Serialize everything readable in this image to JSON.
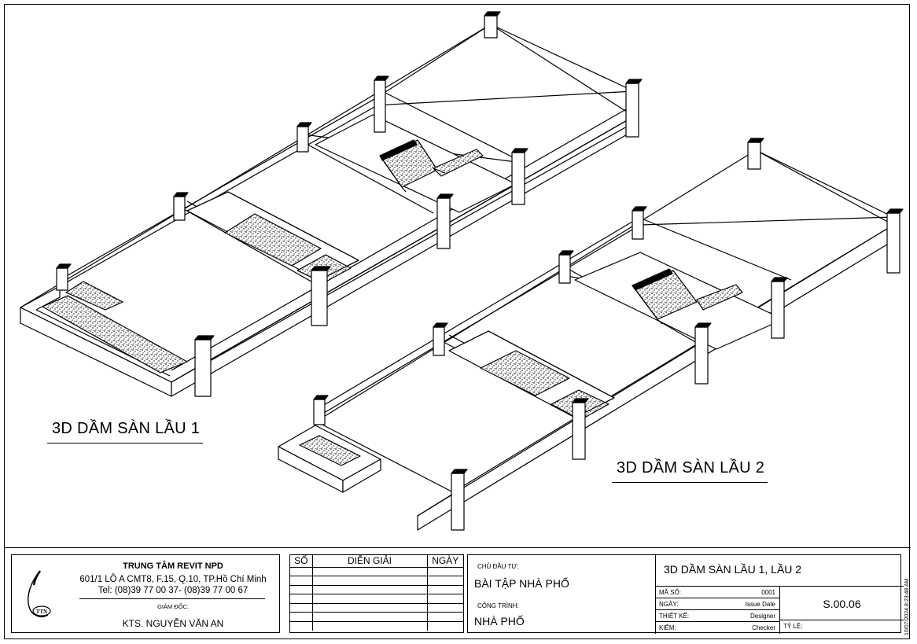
{
  "views": [
    {
      "title": "3D DẦM SÀN LẦU 1"
    },
    {
      "title": "3D DẦM SÀN LẦU 2"
    }
  ],
  "company": {
    "name": "TRUNG TÂM REVIT NPD",
    "address": "601/1 LÔ A CMT8, F.15, Q.10, TP.Hồ Chí Minh",
    "phone": "Tel: (08)39 77 00 37- (08)39 77 00 67",
    "director_label": "GIÁM ĐỐC:",
    "director_name": "KTS. NGUYỄN VĂN  AN",
    "logo_text": "TTN"
  },
  "revisions": {
    "headers": [
      "SỐ",
      "DIỄN GIẢI",
      "NGÀY"
    ],
    "rows": 6
  },
  "project": {
    "owner_label": "CHỦ ĐẦU TƯ:",
    "owner_value": "BÀI TẬP NHÀ PHỐ",
    "work_label": "CÔNG TRÌNH:",
    "work_value": "NHÀ PHỐ"
  },
  "sheet": {
    "name": "3D DẦM SÀN LẦU 1, LẦU 2",
    "fields": [
      {
        "label": "MÃ SỐ:",
        "value": "0001"
      },
      {
        "label": "NGÀY:",
        "value": "Issue Date"
      },
      {
        "label": "THIẾT KẾ:",
        "value": "Designer"
      },
      {
        "label": "KIỂM:",
        "value": "Checker"
      }
    ],
    "number": "S.00.06",
    "scale_label": "TỶ LỆ:",
    "timestamp": "10/07/2024 8:23:48 AM"
  },
  "colors": {
    "line": "#000000",
    "paper": "#ffffff",
    "hatch": "#555555"
  }
}
